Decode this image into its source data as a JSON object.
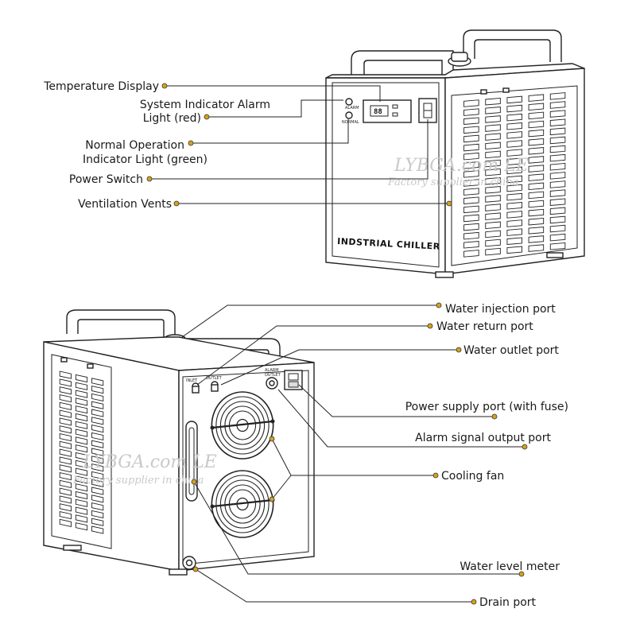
{
  "labels": {
    "temperature_display": "Temperature Display",
    "system_alarm_1": "System Indicator Alarm",
    "system_alarm_2": "Light (red)",
    "normal_op_1": "Normal Operation",
    "normal_op_2": "Indicator Light (green)",
    "power_switch": "Power Switch",
    "ventilation_vents": "Ventilation Vents",
    "water_injection": "Water injection port",
    "water_return": "Water return port",
    "water_outlet": "Water outlet port",
    "power_supply": "Power supply port (with fuse)",
    "alarm_signal": "Alarm signal output port",
    "cooling_fan": "Cooling fan",
    "water_level": "Water level meter",
    "drain_port": "Drain port"
  },
  "panel": {
    "front_label": "INDSTRIAL CHILLER",
    "display_value": "88",
    "alarm": "ALARM",
    "normal": "NORMAL",
    "inlet": "INLET",
    "outlet": "OUTLET",
    "alarm_outlet_1": "ALARM",
    "alarm_outlet_2": "OUTLET"
  },
  "watermark": {
    "top_1": "LYBGA.com LE",
    "top_2": "Factory supplier in china",
    "bottom_1": "LYBGA.com LE",
    "bottom_2": "Factory supplier in china"
  },
  "colors": {
    "callout_dot": "#d4a21c",
    "line": "#222222"
  }
}
